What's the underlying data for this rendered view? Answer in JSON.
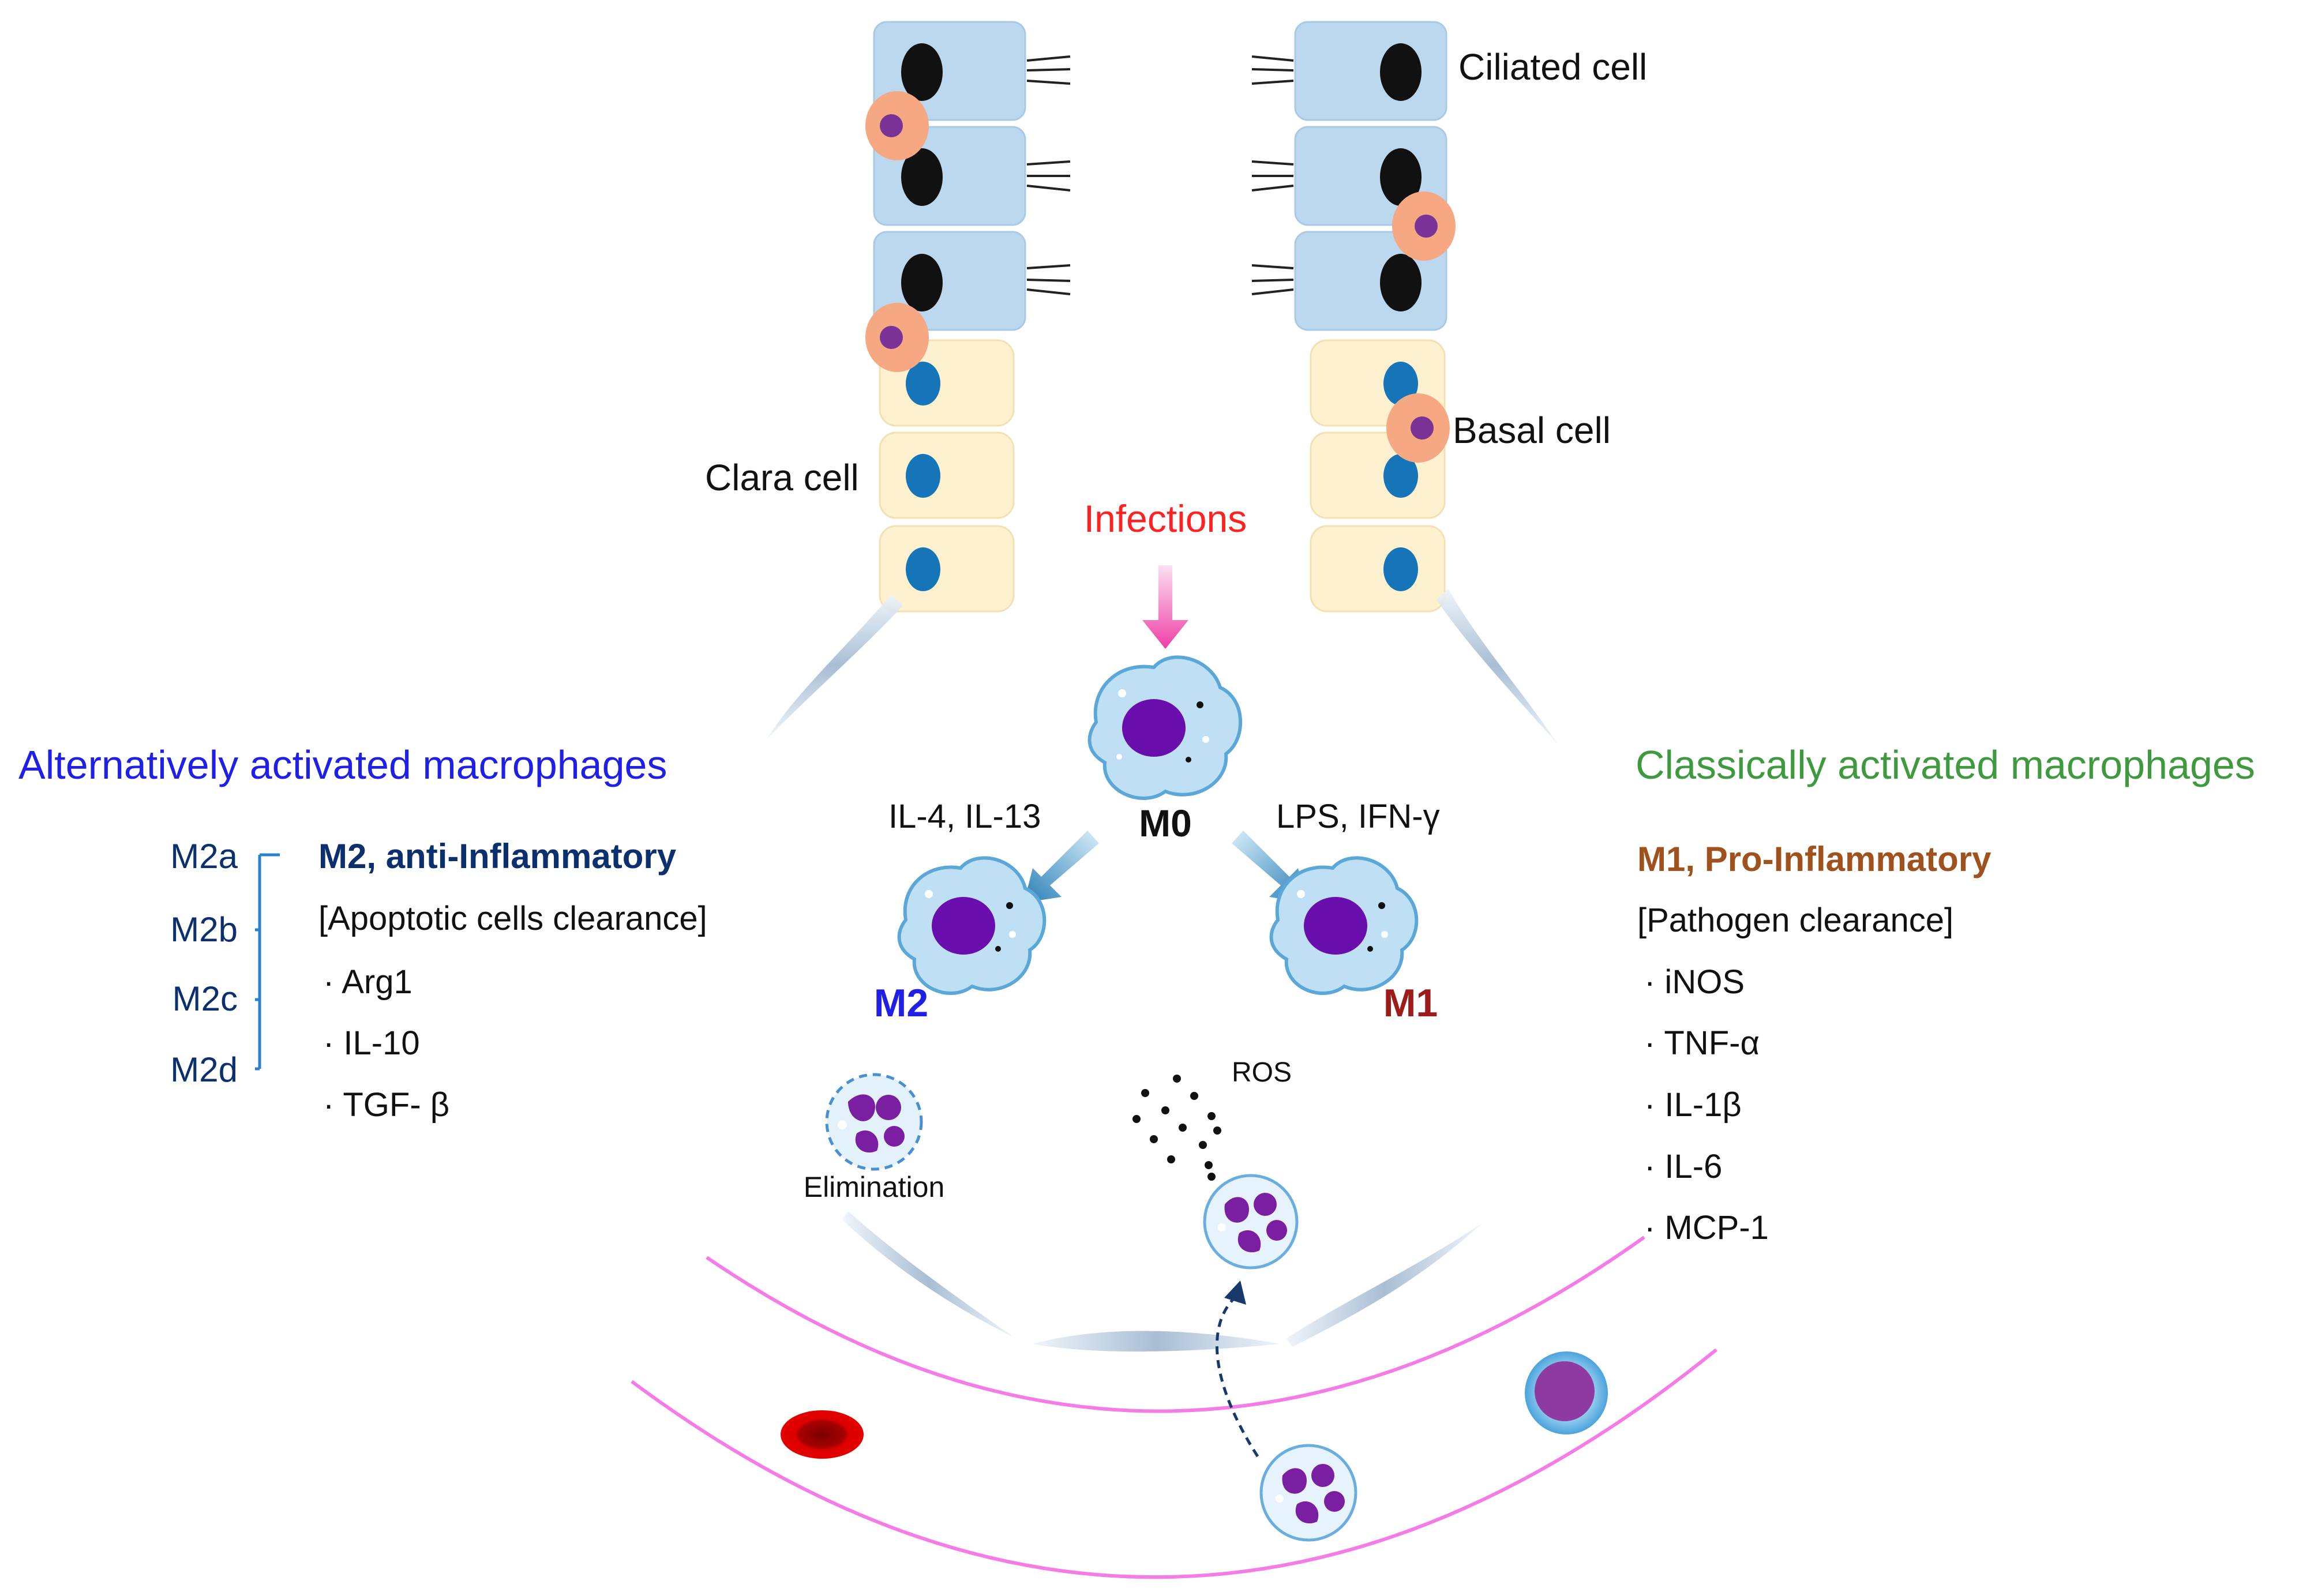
{
  "colors": {
    "ciliated_fill": "#bcd8ee",
    "clara_fill": "#fdf1cf",
    "basal_fill": "#f6a882",
    "basal_nucleus": "#7b3296",
    "nucleus_black": "#111111",
    "nucleus_blue": "#1675b9",
    "macrophage_fill": "#bfe0f4",
    "macrophage_nucleus": "#6a0dad",
    "neutrophil_nucleus": "#7b1fa2",
    "vessel": "#f57be6",
    "rbc": "#cc0000",
    "lymphocyte_nucleus": "#8e3aa0",
    "alt_title": "#1f1fe6",
    "classic_title": "#3f9a3f",
    "m2_heading": "#0c2f6e",
    "m1_heading": "#a0521e",
    "m2_label": "#1f1fe6",
    "m1_label": "#9e1b1b",
    "infection": "#ff2222",
    "bracket": "#2a82cf"
  },
  "epithelium": {
    "ciliated_label": "Ciliated cell",
    "clara_label": "Clara cell",
    "basal_label": "Basal cell"
  },
  "stimulus": {
    "infections_label": "Infections",
    "infection_arrow_icon": "pink-gradient-down-arrow"
  },
  "macrophages": {
    "m0_label": "M0",
    "m2_label": "M2",
    "m1_label": "M1",
    "m2_stimuli": "IL-4, IL-13",
    "m1_stimuli": "LPS, IFN-γ"
  },
  "alternative": {
    "title": "Alternatively activated macrophages",
    "heading": "M2, anti-Inflammatory",
    "function": "[Apoptotic cells clearance]",
    "markers": [
      "· Arg1",
      "· IL-10",
      "· TGF- β"
    ],
    "subtypes": [
      "M2a",
      "M2b",
      "M2c",
      "M2d"
    ]
  },
  "classical": {
    "title": "Classically activated macrophages",
    "heading": "M1, Pro-Inflammatory",
    "function": "[Pathogen clearance]",
    "markers": [
      "· iNOS",
      "· TNF-α",
      "· IL-1β",
      "· IL-6",
      "· MCP-1"
    ]
  },
  "effects": {
    "elimination_label": "Elimination",
    "ros_label": "ROS"
  },
  "vessel": {
    "cells": [
      "red-blood-cell",
      "lymphocyte",
      "neutrophil"
    ]
  }
}
